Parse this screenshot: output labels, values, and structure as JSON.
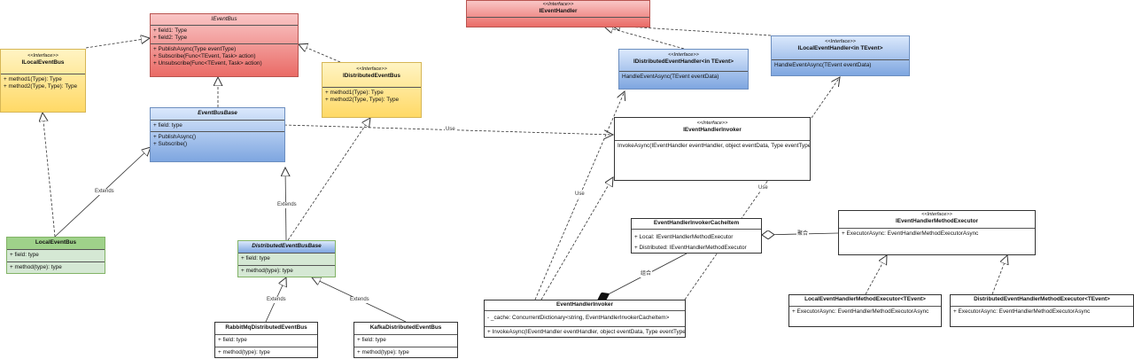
{
  "classes": {
    "ieventbus": {
      "name": "IEventBus",
      "fields": [
        "+ field1: Type",
        "+ field2: Type"
      ],
      "methods": [
        "+ PublishAsync(Type eventType)",
        "+ Subscribe(Func<TEvent, Task> action)",
        "+ Unsubscribe(Func<TEvent, Task> action)"
      ]
    },
    "ilocaleventbus": {
      "stereotype": "<<Interface>>",
      "name": "ILocalEventBus",
      "methods": [
        "+ method1(Type): Type",
        "+ method2(Type, Type): Type"
      ]
    },
    "idistributedeventbus": {
      "stereotype": "<<Interface>>",
      "name": "IDistributedEventBus",
      "methods": [
        "+ method1(Type): Type",
        "+ method2(Type, Type): Type"
      ]
    },
    "eventbusbase": {
      "name": "EventBusBase",
      "fields": [
        "+ field: type"
      ],
      "methods": [
        "+ PublishAsync()",
        "+ Subscribe()"
      ]
    },
    "localeventbus": {
      "name": "LocalEventBus",
      "fields": [
        "+ field: type"
      ],
      "methods": [
        "+ method(type): type"
      ]
    },
    "distributedeventbusbase": {
      "name": "DistributedEventBusBase",
      "fields": [
        "+ field: type"
      ],
      "methods": [
        "+ method(type): type"
      ]
    },
    "rabbitmq": {
      "name": "RabbitMqDistributedEventBus",
      "fields": [
        "+ field: type"
      ],
      "methods": [
        "+ method(type): type"
      ]
    },
    "kafka": {
      "name": "KafkaDistributedEventBus",
      "fields": [
        "+ field: type"
      ],
      "methods": [
        "+ method(type): type"
      ]
    },
    "ieventhandler": {
      "stereotype": "<<Interface>>",
      "name": "IEventHandler"
    },
    "idistributedeventhandler": {
      "stereotype": "<<Interface>>",
      "name": "IDistributedEventHandler<in TEvent>",
      "methods": [
        "HandleEventAsync(TEvent eventData)"
      ]
    },
    "ilocaleventhandler": {
      "stereotype": "<<Interface>>",
      "name": "ILocalEventHandler<in TEvent>",
      "methods": [
        "HandleEventAsync(TEvent eventData)"
      ]
    },
    "ieventhandlerinvoker": {
      "stereotype": "<<Interface>>",
      "name": "IEventHandlerInvoker",
      "methods": [
        "InvokeAsync(IEventHandler eventHandler, object eventData, Type eventType)"
      ]
    },
    "cacheitem": {
      "name": "EventHandlerInvokerCacheItem",
      "fields": [
        "+ Local: IEventHandlerMethodExecutor",
        "+ Distributed: IEventHandlerMethodExecutor"
      ]
    },
    "ieventhandlermethodexecutor": {
      "stereotype": "<<Interface>>",
      "name": "IEventHandlerMethodExecutor",
      "fields": [
        "+ ExecutorAsync: EventHandlerMethodExecutorAsync"
      ]
    },
    "eventhandlerinvoker": {
      "name": "EventHandlerInvoker",
      "fields": [
        "-  _cache: ConcurrentDictionary<string, EventHandlerInvokerCacheItem>"
      ],
      "methods": [
        "+ InvokeAsync(IEventHandler eventHandler, object eventData, Type eventType)"
      ]
    },
    "localexecutor": {
      "name": "LocalEventHandlerMethodExecutor<TEvent>",
      "fields": [
        "+ ExecutorAsync: EventHandlerMethodExecutorAsync"
      ]
    },
    "distributedexecutor": {
      "name": "DistributedEventHandlerMethodExecutor<TEvent>",
      "fields": [
        "+ ExecutorAsync: EventHandlerMethodExecutorAsync"
      ]
    }
  },
  "edge_labels": {
    "extends_local": "Extends",
    "extends_dist": "Extends",
    "extends_rabbit": "Extends",
    "extends_kafka": "Extends",
    "use_top": "Use",
    "use_mid": "Use",
    "use_right": "Use",
    "aggregation": "聚合",
    "composition": "组合"
  }
}
